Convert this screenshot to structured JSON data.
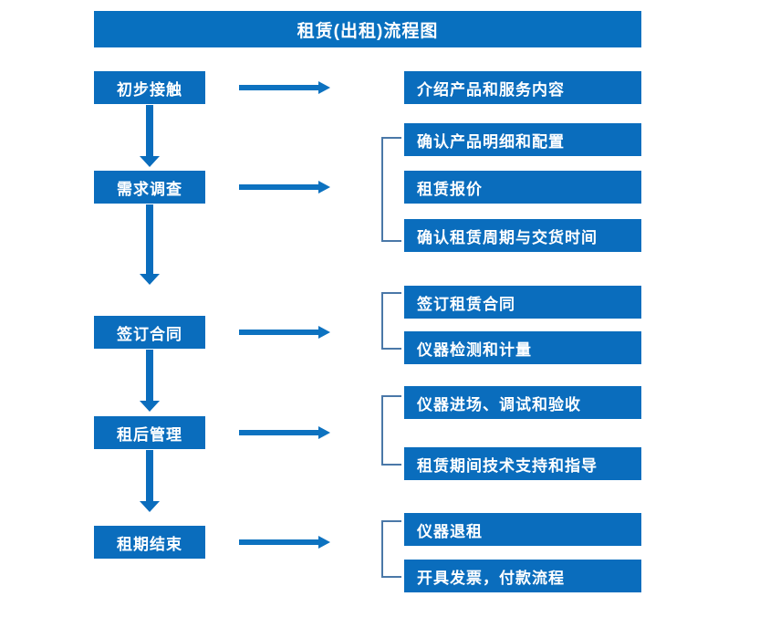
{
  "diagram": {
    "title": "租赁(出租)流程图",
    "colors": {
      "title_bar": "#0870bf",
      "box_fill": "#0a6dbd",
      "arrow": "#0d72c0",
      "bracket": "#4a78a8",
      "text": "#ffffff",
      "background": "#ffffff"
    },
    "stages": [
      {
        "label": "初步接触",
        "details": [
          "介绍产品和服务内容"
        ]
      },
      {
        "label": "需求调查",
        "details": [
          "确认产品明细和配置",
          "租赁报价",
          "确认租赁周期与交货时间"
        ]
      },
      {
        "label": "签订合同",
        "details": [
          "签订租赁合同",
          "仪器检测和计量"
        ]
      },
      {
        "label": "租后管理",
        "details": [
          "仪器进场、调试和验收",
          "租赁期间技术支持和指导"
        ]
      },
      {
        "label": "租期结束",
        "details": [
          "仪器退租",
          "开具发票，付款流程"
        ]
      }
    ]
  }
}
